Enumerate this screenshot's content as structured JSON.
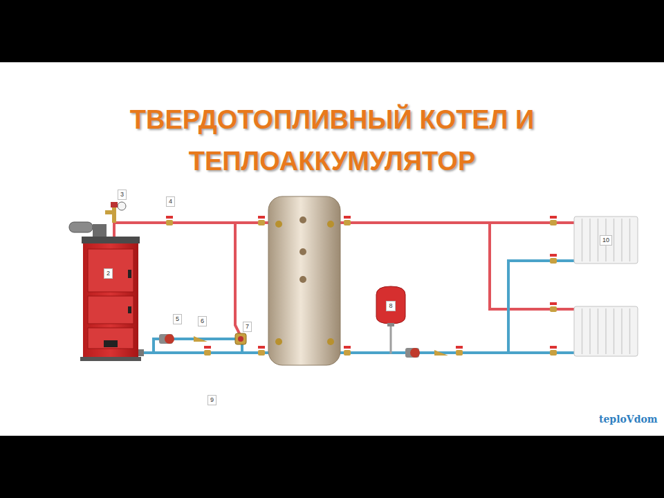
{
  "diagram": {
    "title": "ТВЕРДОТОПЛИВНЫЙ КОТЕЛ И ТЕПЛОАККУМУЛЯТОР",
    "nodes": [
      {
        "text": [
          "2"
        ]
      },
      {
        "text": [
          "8"
        ]
      },
      {
        "text": [
          "10"
        ]
      }
    ],
    "labels": [
      "3",
      "4",
      "5",
      "6",
      "7",
      "9",
      "teploVdom"
    ]
  }
}
